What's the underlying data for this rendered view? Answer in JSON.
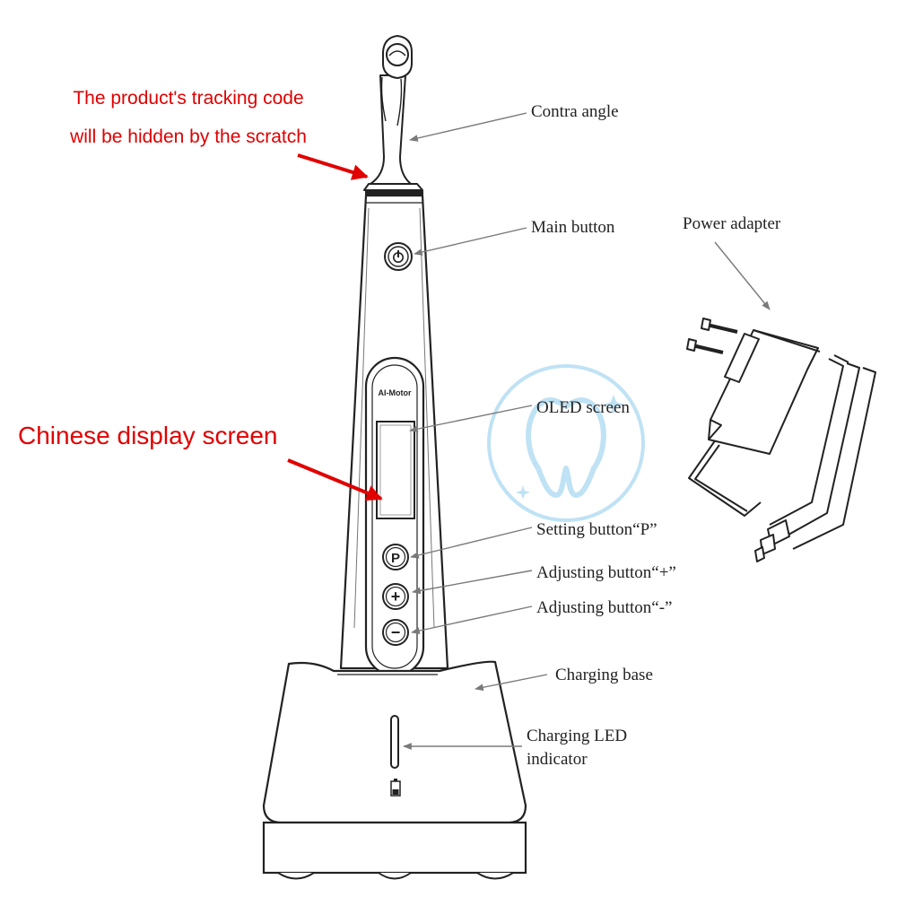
{
  "notes": {
    "tracking_line1": "The product's tracking code",
    "tracking_line2": "will be hidden by the scratch",
    "chinese_display": "Chinese display screen"
  },
  "callouts": {
    "contra_angle": "Contra angle",
    "main_button": "Main button",
    "power_adapter": "Power adapter",
    "oled_screen": "OLED screen",
    "setting_button": "Setting button“P”",
    "adjust_plus": "Adjusting button“+”",
    "adjust_minus": "Adjusting button“-”",
    "charging_base": "Charging base",
    "charging_led_line1": "Charging LED",
    "charging_led_line2": "indicator"
  },
  "device": {
    "brand": "AI-Motor",
    "setting_glyph": "P",
    "plus_glyph": "+",
    "minus_glyph": "−"
  },
  "colors": {
    "note_red": "#e00000",
    "line": "#333333",
    "watermark": "#8ccbec"
  },
  "icons": [
    "power-icon",
    "battery-icon",
    "tooth-watermark-icon"
  ]
}
